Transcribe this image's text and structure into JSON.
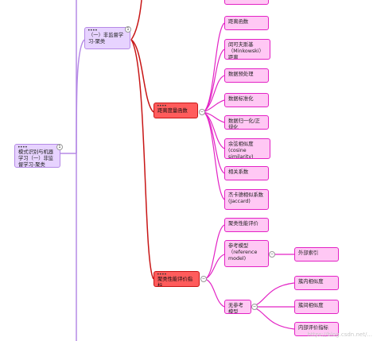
{
  "mindmap": {
    "root": "模式识别与机器学习（一）非监督学习-聚类",
    "branch": "（一）非监督学习-聚类",
    "distance_group": {
      "title": "距离度量函数",
      "items": [
        "距离函数",
        "闵可夫斯基（Minkowski）距离",
        "数据预处理",
        "数据标准化",
        "数据归一化/正规化",
        "余弦相似度(cosine similarity)",
        "相关系数",
        "杰卡德相似系数(Jaccard)"
      ]
    },
    "eval_group": {
      "title": "聚类性能评价指标",
      "items": [
        "聚类性能评价",
        "参考模型（reference model)",
        "无参考模型"
      ],
      "reference_children": [
        "外部索引"
      ],
      "no_reference_children": [
        "簇内相似度",
        "簇间相似度",
        "内部评价指标"
      ]
    },
    "watermark": "https://blog.csdn.net/..."
  },
  "colors": {
    "purple_line": "#b58ae6",
    "red_line": "#c81616",
    "pink_line": "#e323c5"
  }
}
